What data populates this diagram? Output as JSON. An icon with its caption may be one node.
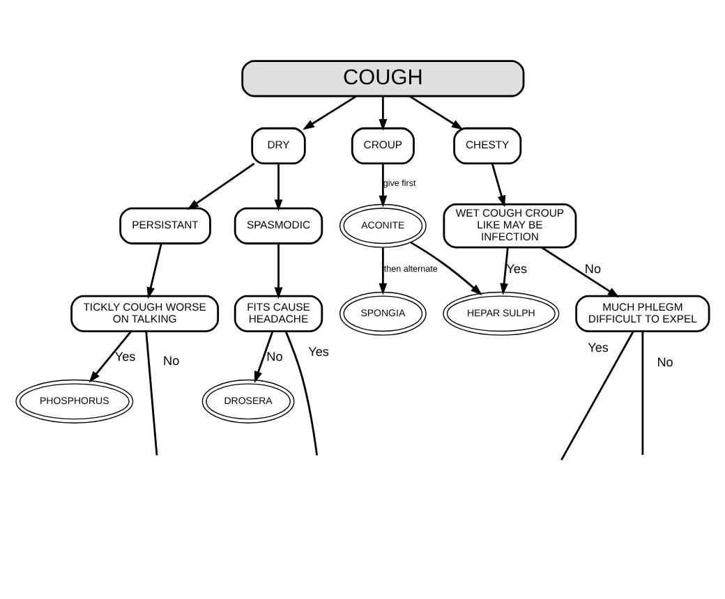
{
  "diagram": {
    "nodes": [
      {
        "text": [
          "COUGH"
        ]
      },
      {
        "text": [
          "DRY"
        ]
      },
      {
        "text": [
          "CROUP"
        ]
      },
      {
        "text": [
          "CHESTY"
        ]
      },
      {
        "text": [
          "PERSISTANT"
        ]
      },
      {
        "text": [
          "SPASMODIC"
        ]
      },
      {
        "text": [
          "ACONITE"
        ]
      },
      {
        "text": [
          "WET COUGH CROUP LIKE MAY BE INFECTION"
        ]
      },
      {
        "text": [
          "TICKLY COUGH WORSE ON TALKING"
        ]
      },
      {
        "text": [
          "FITS CAUSE HEADACHE"
        ]
      },
      {
        "text": [
          "HEPAR SULPH"
        ]
      },
      {
        "text": [
          "SPONGIA"
        ]
      },
      {
        "text": [
          "PHOSPHORUS"
        ]
      },
      {
        "text": [
          "DROSERA"
        ]
      },
      {
        "text": [
          "MUCH PHLEGM DIFFICULT TO EXPEL"
        ]
      }
    ],
    "edges": [
      {
        "from": 0,
        "to": 1,
        "arrow": "to"
      },
      {
        "from": 0,
        "to": 2,
        "arrow": "to"
      },
      {
        "from": 0,
        "to": 3,
        "arrow": "to"
      },
      {
        "from": 1,
        "to": 4,
        "arrow": "to"
      },
      {
        "from": 1,
        "to": 5,
        "arrow": "to"
      },
      {
        "from": 2,
        "to": 6,
        "label": "give first",
        "arrow": "to"
      },
      {
        "from": 3,
        "to": 7,
        "arrow": "to"
      },
      {
        "from": 4,
        "to": 8,
        "arrow": "to"
      },
      {
        "from": 5,
        "to": 9,
        "arrow": "to"
      },
      {
        "from": 6,
        "to": 11,
        "label": "then alternate",
        "arrow": "to"
      },
      {
        "from": 6,
        "to": 10,
        "arrow": "to"
      },
      {
        "from": 7,
        "to": 10,
        "label": "Yes",
        "arrow": "to"
      },
      {
        "from": 7,
        "to": 14,
        "label": "No",
        "arrow": "to"
      },
      {
        "from": 8,
        "to": 12,
        "label": "Yes",
        "arrow": "to"
      },
      {
        "from": 8,
        "to": null,
        "label": "No",
        "arrow": "none"
      },
      {
        "from": 9,
        "to": 13,
        "label": "No",
        "arrow": "to"
      },
      {
        "from": 9,
        "to": null,
        "label": "Yes",
        "arrow": "none"
      },
      {
        "from": 14,
        "to": null,
        "label": "Yes",
        "arrow": "none"
      },
      {
        "from": 14,
        "to": null,
        "label": "No",
        "arrow": "none"
      }
    ]
  }
}
